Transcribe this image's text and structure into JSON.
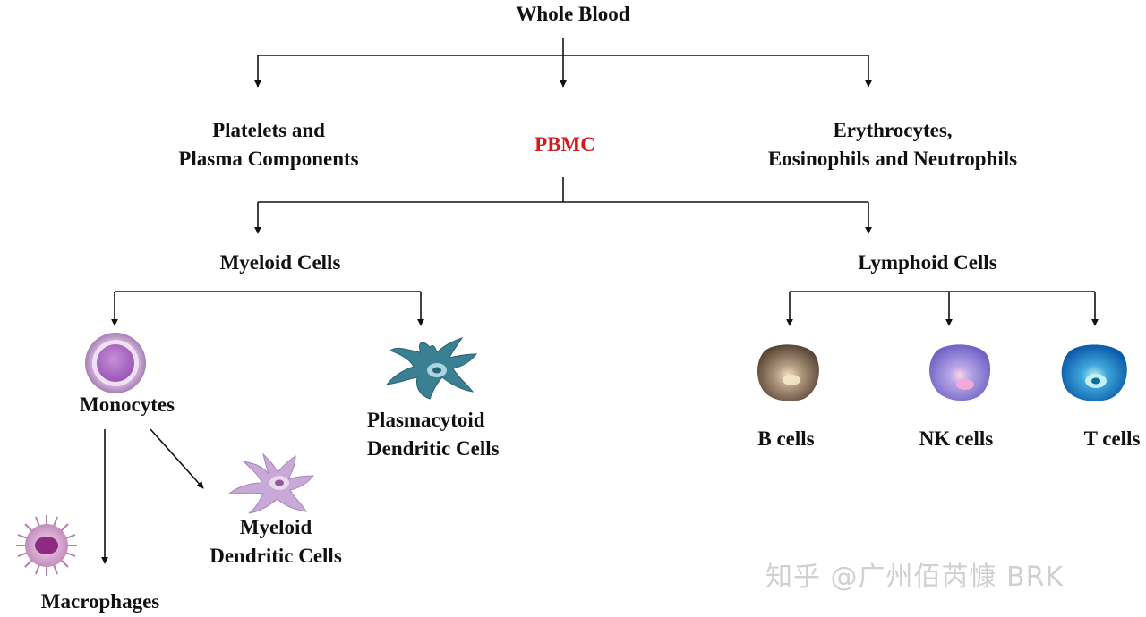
{
  "diagram": {
    "nodes": {
      "whole_blood": "Whole Blood",
      "platelets_line1": "Platelets and",
      "platelets_line2": "Plasma Components",
      "pbmc": "PBMC",
      "erythrocytes_line1": "Erythrocytes,",
      "erythrocytes_line2": "Eosinophils and Neutrophils",
      "myeloid": "Myeloid Cells",
      "lymphoid": "Lymphoid Cells",
      "monocytes": "Monocytes",
      "plasmacytoid_line1": "Plasmacytoid",
      "plasmacytoid_line2": "Dendritic Cells",
      "b_cells": "B cells",
      "nk_cells": "NK cells",
      "t_cells": "T cells",
      "myeloid_dc_line1": "Myeloid",
      "myeloid_dc_line2": "Dendritic Cells",
      "macrophages": "Macrophages"
    },
    "colors": {
      "pbmc": "#d41a1a",
      "text": "#111111",
      "lines": "#111111"
    }
  },
  "watermark": "知乎 @广州佰芮慷 BRK"
}
